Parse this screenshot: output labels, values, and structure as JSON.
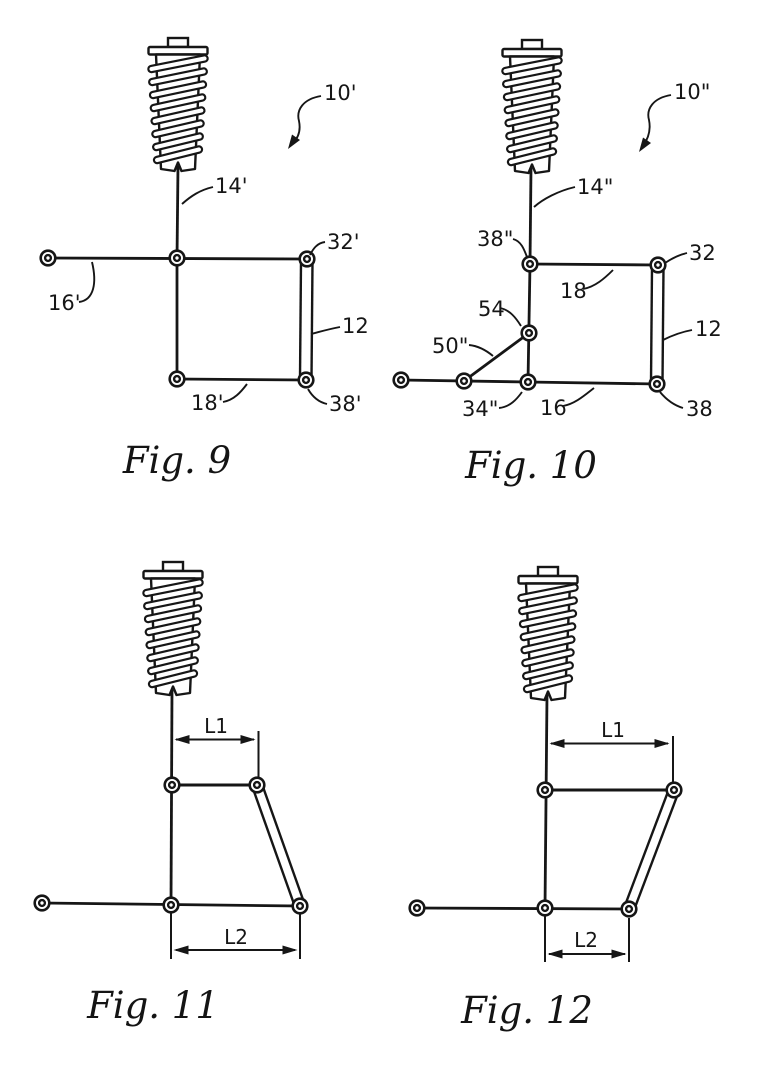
{
  "page": {
    "background_color": "#ffffff",
    "ink_color": "#161616",
    "description": "Patent drawing sheet with four suspension-linkage figures"
  },
  "fig9": {
    "caption": "Fig. 9",
    "labels": {
      "assembly": "10'",
      "rod": "14'",
      "left_arm": "16'",
      "upper_right_pivot": "32'",
      "shackle": "12",
      "lower_arm": "18'",
      "lower_right_pivot": "38'"
    }
  },
  "fig10": {
    "caption": "Fig. 10",
    "labels": {
      "assembly": "10\"",
      "rod": "14\"",
      "upper_pivot": "38\"",
      "upper_arm": "18",
      "upper_right_pivot": "32",
      "mid_pivot": "54",
      "brace": "50\"",
      "lower_pivot": "34\"",
      "lower_arm": "16",
      "shackle": "12",
      "lower_right_pivot": "38"
    }
  },
  "fig11": {
    "caption": "Fig. 11",
    "dims": {
      "top": "L1",
      "bottom": "L2"
    }
  },
  "fig12": {
    "caption": "Fig. 12",
    "dims": {
      "top": "L1",
      "bottom": "L2"
    }
  }
}
